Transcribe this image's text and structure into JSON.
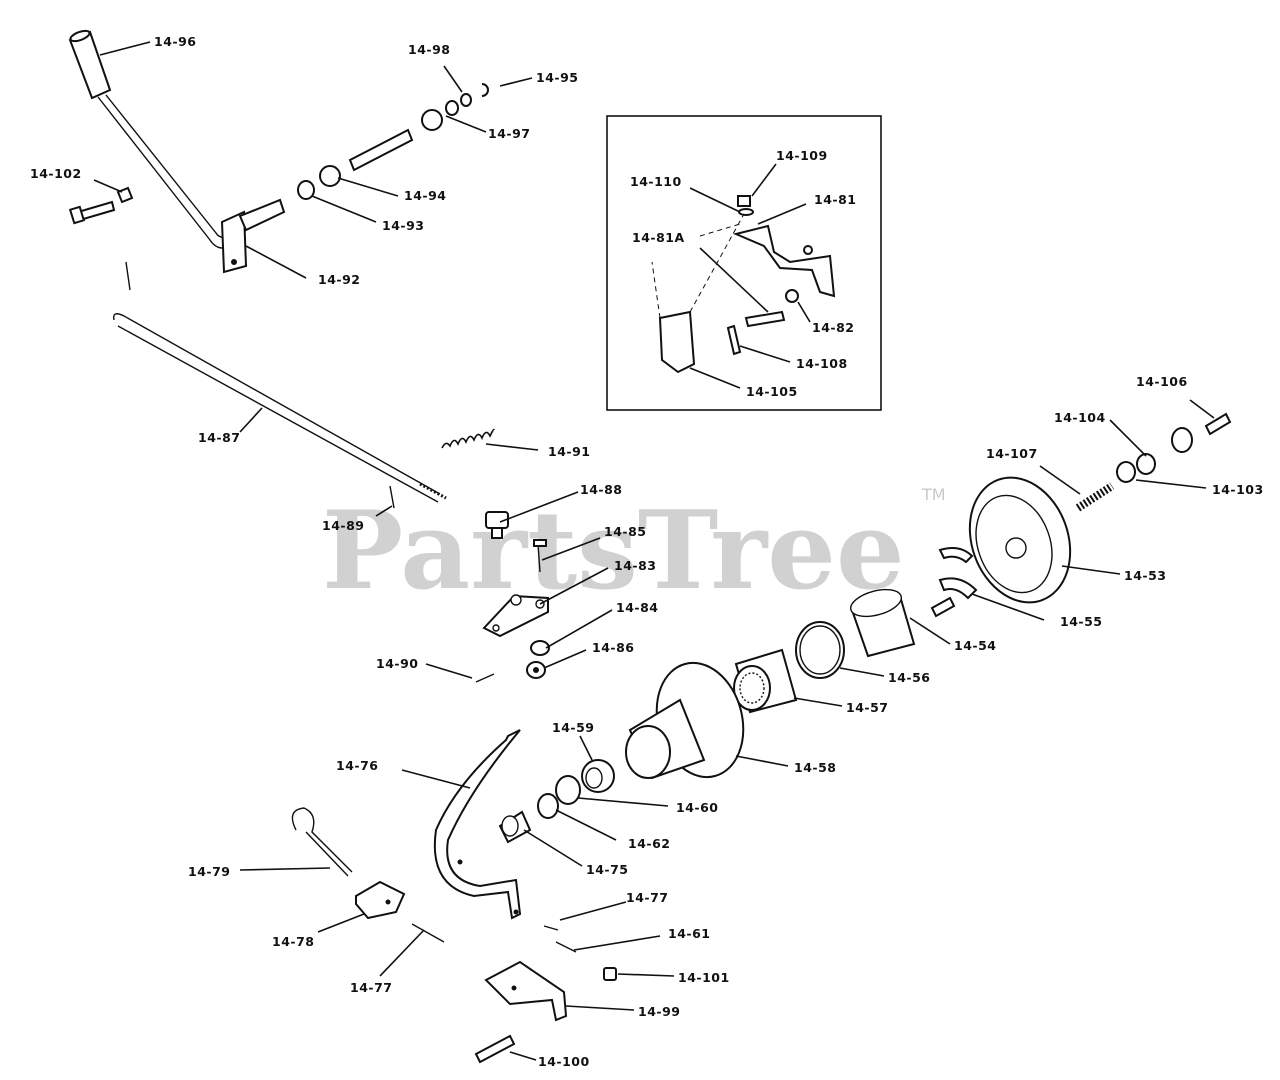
{
  "watermark": {
    "text": "PartsTree",
    "trademark": "TM"
  },
  "labels": {
    "p14_96": "14-96",
    "p14_98": "14-98",
    "p14_95": "14-95",
    "p14_97": "14-97",
    "p14_102": "14-102",
    "p14_94": "14-94",
    "p14_93": "14-93",
    "p14_92": "14-92",
    "p14_109": "14-109",
    "p14_110": "14-110",
    "p14_81": "14-81",
    "p14_81A": "14-81A",
    "p14_82": "14-82",
    "p14_108": "14-108",
    "p14_105": "14-105",
    "p14_106": "14-106",
    "p14_104": "14-104",
    "p14_107": "14-107",
    "p14_103": "14-103",
    "p14_87": "14-87",
    "p14_91": "14-91",
    "p14_88": "14-88",
    "p14_89": "14-89",
    "p14_85": "14-85",
    "p14_83": "14-83",
    "p14_84": "14-84",
    "p14_86": "14-86",
    "p14_90": "14-90",
    "p14_53": "14-53",
    "p14_55": "14-55",
    "p14_54": "14-54",
    "p14_56": "14-56",
    "p14_57": "14-57",
    "p14_58": "14-58",
    "p14_59": "14-59",
    "p14_60": "14-60",
    "p14_62": "14-62",
    "p14_75": "14-75",
    "p14_76": "14-76",
    "p14_79": "14-79",
    "p14_78": "14-78",
    "p14_77a": "14-77",
    "p14_77b": "14-77",
    "p14_61": "14-61",
    "p14_101": "14-101",
    "p14_99": "14-99",
    "p14_100": "14-100"
  }
}
